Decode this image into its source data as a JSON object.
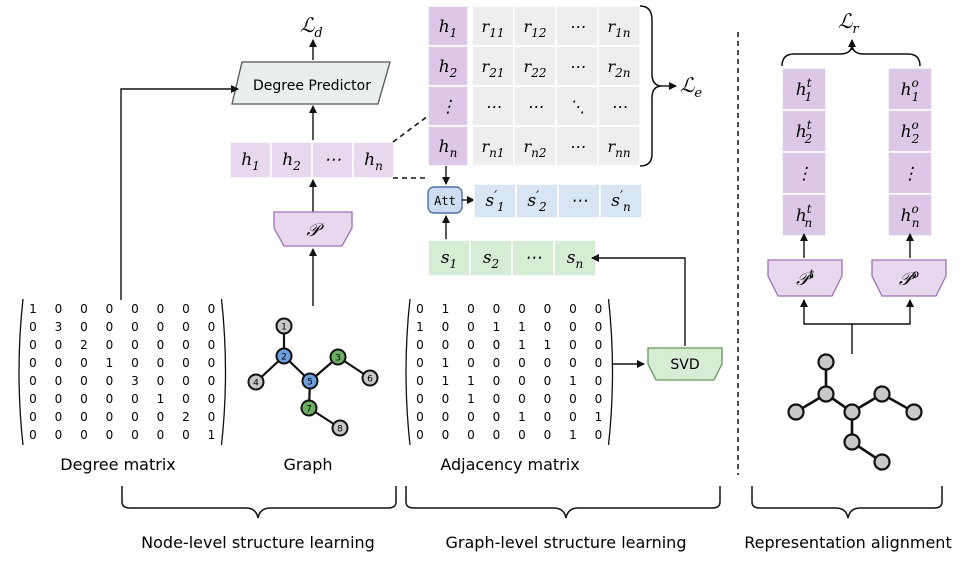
{
  "colors": {
    "purple_fill": "#e7d8ee",
    "purple_stroke": "#a070b8",
    "purple_block": "#dcc7e6",
    "gray_fill": "#eeeeee",
    "blue_fill": "#d8e5f5",
    "green_fill": "#d7ecd5",
    "green_stroke": "#5f9a55",
    "att_fill": "#cfddf3",
    "att_stroke": "#4d6fa8",
    "node_blue": "#6f9fe0",
    "node_green": "#6cae62",
    "node_gray": "#c8c8c8"
  },
  "losses": {
    "ld": "ℒ",
    "ld_sub": "d",
    "le": "ℒ",
    "le_sub": "e",
    "lr": "ℒ",
    "lr_sub": "r"
  },
  "blocks": {
    "degree_predictor": "Degree Predictor",
    "projector_p": "𝒫",
    "projector_pt": "𝒫",
    "projector_pt_sup": "t",
    "projector_po": "𝒫",
    "projector_po_sup": "o",
    "att": "Att",
    "svd": "SVD"
  },
  "node_row": [
    {
      "base": "h",
      "sub": "1"
    },
    {
      "base": "h",
      "sub": "2"
    },
    {
      "base": "⋯",
      "sub": ""
    },
    {
      "base": "h",
      "sub": "n"
    }
  ],
  "h_column": [
    {
      "base": "h",
      "sub": "1"
    },
    {
      "base": "h",
      "sub": "2"
    },
    {
      "base": "⋮",
      "sub": ""
    },
    {
      "base": "h",
      "sub": "n"
    }
  ],
  "r_matrix": [
    [
      {
        "base": "r",
        "sub": "11"
      },
      {
        "base": "r",
        "sub": "12"
      },
      {
        "base": "⋯",
        "sub": ""
      },
      {
        "base": "r",
        "sub": "1n"
      }
    ],
    [
      {
        "base": "r",
        "sub": "21"
      },
      {
        "base": "r",
        "sub": "22"
      },
      {
        "base": "⋯",
        "sub": ""
      },
      {
        "base": "r",
        "sub": "2n"
      }
    ],
    [
      {
        "base": "⋯",
        "sub": ""
      },
      {
        "base": "⋯",
        "sub": ""
      },
      {
        "base": "⋱",
        "sub": ""
      },
      {
        "base": "⋯",
        "sub": ""
      }
    ],
    [
      {
        "base": "r",
        "sub": "n1"
      },
      {
        "base": "r",
        "sub": "n2"
      },
      {
        "base": "⋯",
        "sub": ""
      },
      {
        "base": "r",
        "sub": "nn"
      }
    ]
  ],
  "s_prime_row": [
    {
      "base": "s",
      "sub": "1",
      "prime": "′"
    },
    {
      "base": "s",
      "sub": "2",
      "prime": "′"
    },
    {
      "base": "⋯",
      "sub": "",
      "prime": ""
    },
    {
      "base": "s",
      "sub": "n",
      "prime": "′"
    }
  ],
  "s_row": [
    {
      "base": "s",
      "sub": "1"
    },
    {
      "base": "s",
      "sub": "2"
    },
    {
      "base": "⋯",
      "sub": ""
    },
    {
      "base": "s",
      "sub": "n"
    }
  ],
  "ht_column": [
    {
      "base": "h",
      "sub": "1",
      "sup": "t"
    },
    {
      "base": "h",
      "sub": "2",
      "sup": "t"
    },
    {
      "base": "⋮",
      "sub": "",
      "sup": ""
    },
    {
      "base": "h",
      "sub": "n",
      "sup": "t"
    }
  ],
  "ho_column": [
    {
      "base": "h",
      "sub": "1",
      "sup": "o"
    },
    {
      "base": "h",
      "sub": "2",
      "sup": "o"
    },
    {
      "base": "⋮",
      "sub": "",
      "sup": ""
    },
    {
      "base": "h",
      "sub": "n",
      "sup": "o"
    }
  ],
  "degree_matrix": [
    [
      "1",
      "0",
      "0",
      "0",
      "0",
      "0",
      "0",
      "0"
    ],
    [
      "0",
      "3",
      "0",
      "0",
      "0",
      "0",
      "0",
      "0"
    ],
    [
      "0",
      "0",
      "2",
      "0",
      "0",
      "0",
      "0",
      "0"
    ],
    [
      "0",
      "0",
      "0",
      "1",
      "0",
      "0",
      "0",
      "0"
    ],
    [
      "0",
      "0",
      "0",
      "0",
      "3",
      "0",
      "0",
      "0"
    ],
    [
      "0",
      "0",
      "0",
      "0",
      "0",
      "1",
      "0",
      "0"
    ],
    [
      "0",
      "0",
      "0",
      "0",
      "0",
      "0",
      "2",
      "0"
    ],
    [
      "0",
      "0",
      "0",
      "0",
      "0",
      "0",
      "0",
      "1"
    ]
  ],
  "adjacency_matrix": [
    [
      "0",
      "1",
      "0",
      "0",
      "0",
      "0",
      "0",
      "0"
    ],
    [
      "1",
      "0",
      "0",
      "1",
      "1",
      "0",
      "0",
      "0"
    ],
    [
      "0",
      "0",
      "0",
      "0",
      "1",
      "1",
      "0",
      "0"
    ],
    [
      "0",
      "1",
      "0",
      "0",
      "0",
      "0",
      "0",
      "0"
    ],
    [
      "0",
      "1",
      "1",
      "0",
      "0",
      "0",
      "1",
      "0"
    ],
    [
      "0",
      "0",
      "1",
      "0",
      "0",
      "0",
      "0",
      "0"
    ],
    [
      "0",
      "0",
      "0",
      "0",
      "1",
      "0",
      "0",
      "1"
    ],
    [
      "0",
      "0",
      "0",
      "0",
      "0",
      "0",
      "1",
      "0"
    ]
  ],
  "graph_nodes": [
    {
      "label": "1",
      "color": "node_gray"
    },
    {
      "label": "2",
      "color": "node_blue"
    },
    {
      "label": "3",
      "color": "node_green"
    },
    {
      "label": "4",
      "color": "node_gray"
    },
    {
      "label": "5",
      "color": "node_blue"
    },
    {
      "label": "6",
      "color": "node_gray"
    },
    {
      "label": "7",
      "color": "node_green"
    },
    {
      "label": "8",
      "color": "node_gray"
    }
  ],
  "labels": {
    "degree_matrix": "Degree matrix",
    "graph": "Graph",
    "adjacency_matrix": "Adjacency matrix"
  },
  "sections": {
    "node_level": "Node-level structure learning",
    "graph_level": "Graph-level structure learning",
    "alignment": "Representation alignment"
  }
}
